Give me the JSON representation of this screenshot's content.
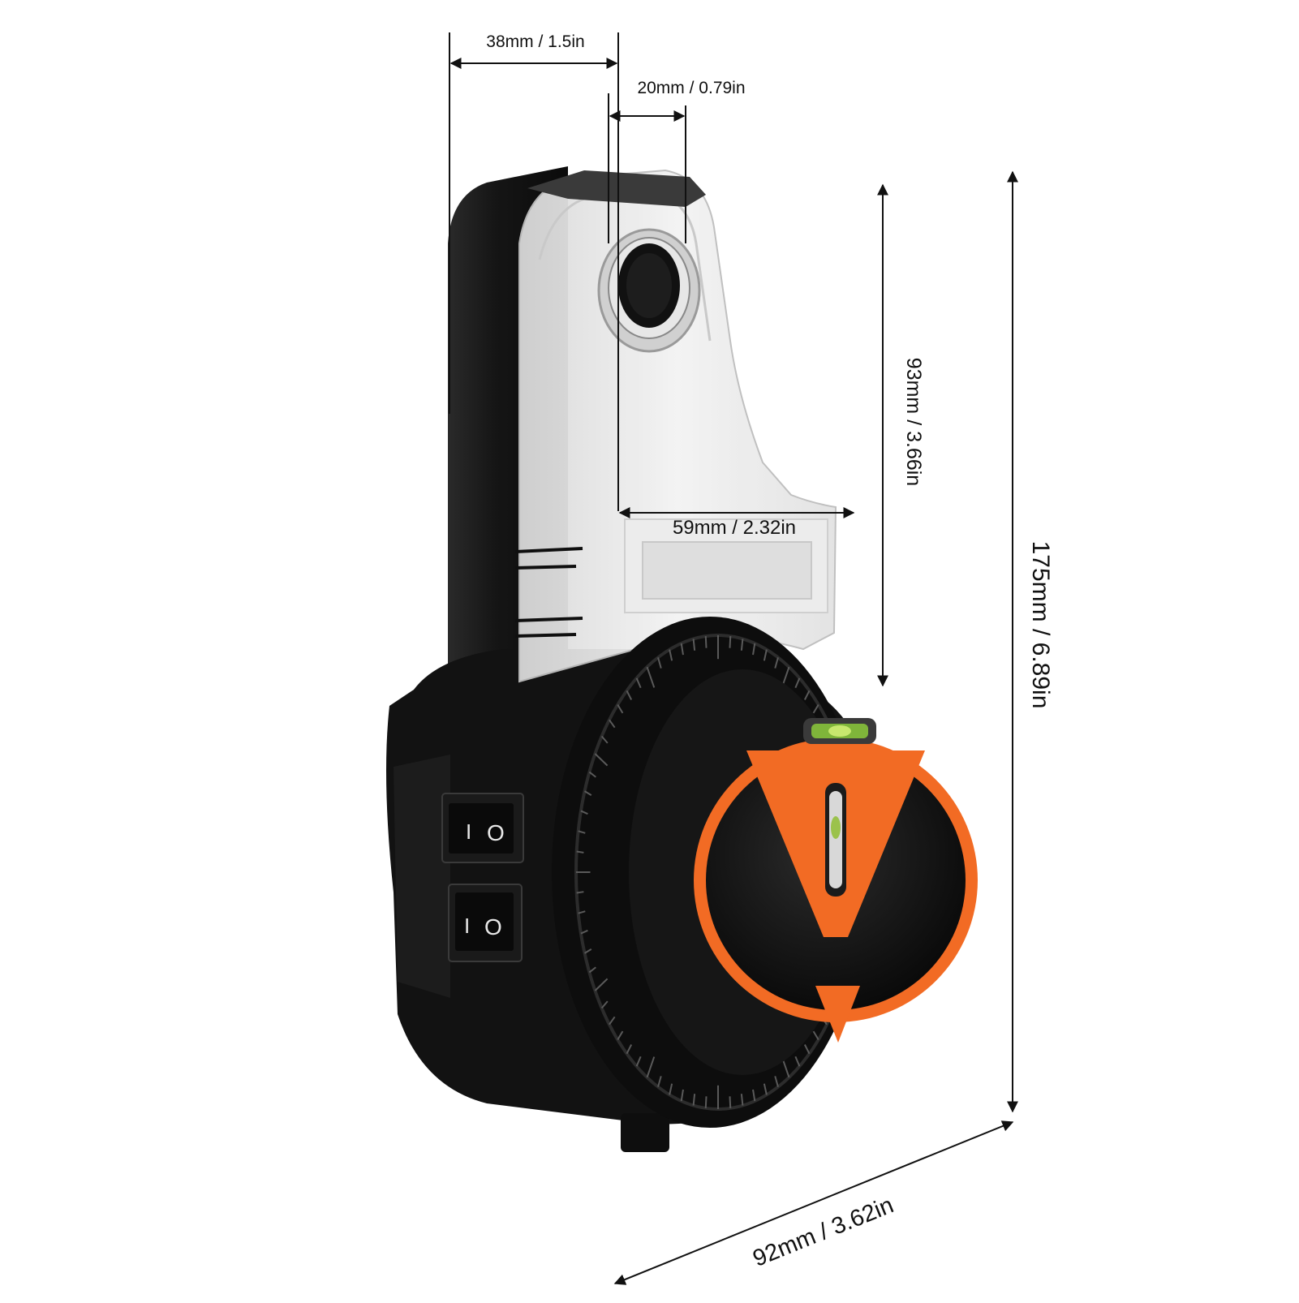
{
  "dimensions": {
    "top_width": "38mm / 1.5in",
    "opening_width": "20mm / 0.79in",
    "cover_width": "59mm / 2.32in",
    "cover_height": "93mm / 3.66in",
    "total_height": "175mm / 6.89in",
    "depth": "92mm / 3.62in"
  },
  "switches": {
    "upper_off": "I",
    "upper_on": "O",
    "lower_off": "I",
    "lower_on": "O"
  },
  "colors": {
    "body": "#141414",
    "accent": "#f26b24",
    "transparent_cover": "#e9e9e9",
    "dimension_lines": "#111111"
  }
}
